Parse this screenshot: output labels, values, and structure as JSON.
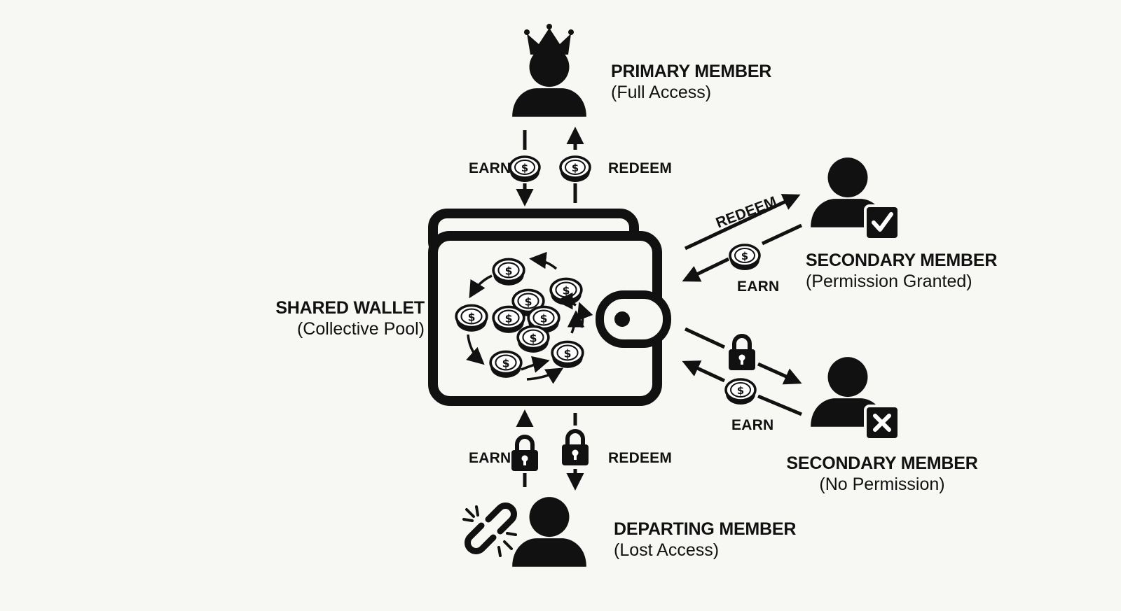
{
  "colors": {
    "ink": "#111111",
    "background": "#f7f7f4",
    "coin_face": "#ffffff"
  },
  "wallet": {
    "title": "SHARED WALLET",
    "subtitle": "(Collective Pool)",
    "icon": "wallet-icon",
    "coin_icon": "dollar-coin-icon"
  },
  "members": {
    "primary": {
      "title": "PRIMARY MEMBER",
      "subtitle": "(Full Access)",
      "icon": "person-crown-icon",
      "flows": {
        "earn": "EARN",
        "redeem": "REDEEM"
      }
    },
    "secondary_granted": {
      "title": "SECONDARY MEMBER",
      "subtitle": "(Permission Granted)",
      "icon": "person-check-icon",
      "flows": {
        "earn": "EARN",
        "redeem": "REDEEM"
      }
    },
    "secondary_denied": {
      "title": "SECONDARY MEMBER",
      "subtitle": "(No Permission)",
      "icon": "person-x-icon",
      "flows": {
        "earn": "EARN"
      },
      "lock_icon": "lock-icon"
    },
    "departing": {
      "title": "DEPARTING MEMBER",
      "subtitle": "(Lost Access)",
      "icon": "person-broken-link-icon",
      "flows": {
        "earn": "EARN",
        "redeem": "REDEEM"
      },
      "lock_icon": "lock-icon"
    }
  }
}
